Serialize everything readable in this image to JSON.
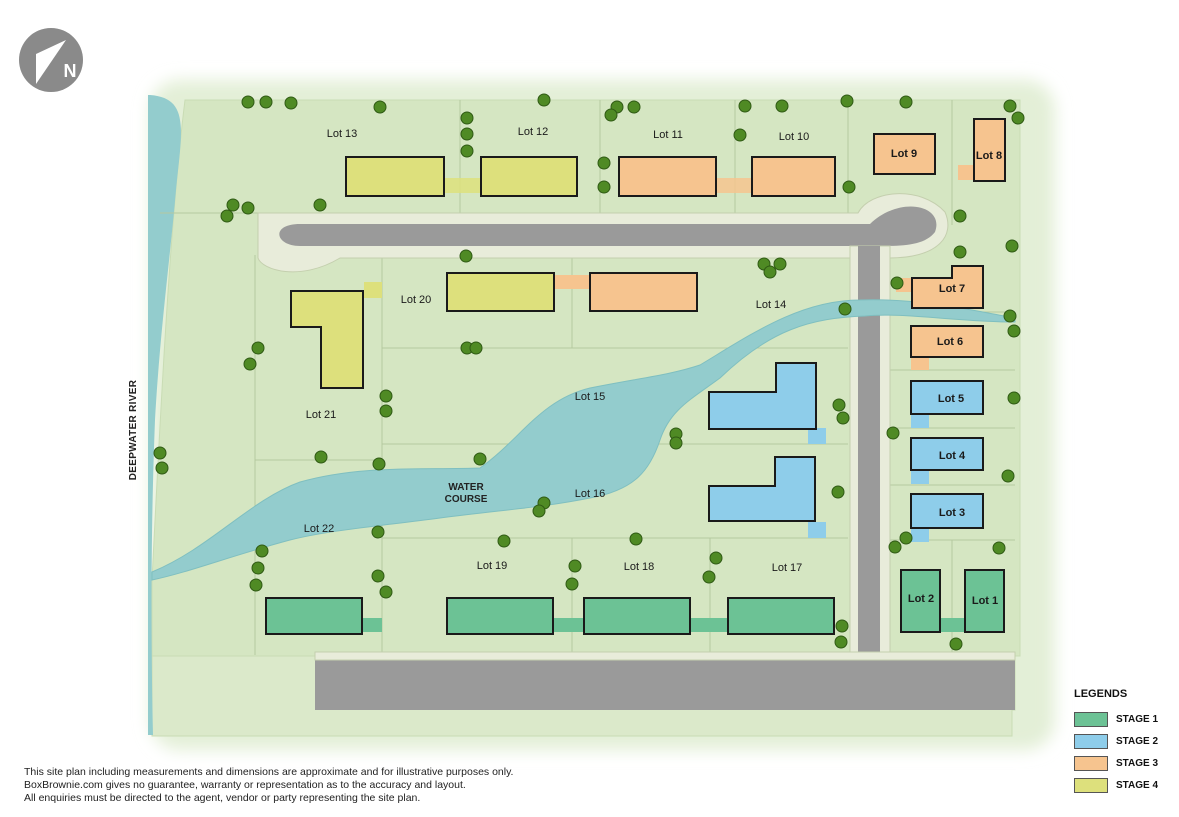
{
  "compass": {
    "letter": "N"
  },
  "map": {
    "river_label": "DEEPWATER RIVER",
    "water_course_lines": [
      "WATER",
      "COURSE"
    ],
    "lots": [
      {
        "id": "lot-13",
        "label": "Lot 13"
      },
      {
        "id": "lot-12",
        "label": "Lot 12"
      },
      {
        "id": "lot-11",
        "label": "Lot 11"
      },
      {
        "id": "lot-10",
        "label": "Lot 10"
      },
      {
        "id": "lot-20",
        "label": "Lot 20"
      },
      {
        "id": "lot-14",
        "label": "Lot 14"
      },
      {
        "id": "lot-21",
        "label": "Lot 21"
      },
      {
        "id": "lot-15",
        "label": "Lot 15"
      },
      {
        "id": "lot-16",
        "label": "Lot 16"
      },
      {
        "id": "lot-22",
        "label": "Lot 22"
      },
      {
        "id": "lot-19",
        "label": "Lot 19"
      },
      {
        "id": "lot-18",
        "label": "Lot 18"
      },
      {
        "id": "lot-17",
        "label": "Lot 17"
      }
    ],
    "buildings": [
      {
        "id": "bld-13",
        "stage": 4
      },
      {
        "id": "bld-12",
        "stage": 4
      },
      {
        "id": "bld-11",
        "stage": 3
      },
      {
        "id": "bld-10",
        "stage": 3
      },
      {
        "id": "bld-9",
        "stage": 3,
        "label": "Lot 9"
      },
      {
        "id": "bld-8",
        "stage": 3,
        "label": "Lot 8"
      },
      {
        "id": "bld-20",
        "stage": 4
      },
      {
        "id": "bld-14",
        "stage": 3
      },
      {
        "id": "bld-21",
        "stage": 4
      },
      {
        "id": "bld-7",
        "stage": 3,
        "label": "Lot 7"
      },
      {
        "id": "bld-6",
        "stage": 3,
        "label": "Lot 6"
      },
      {
        "id": "bld-5",
        "stage": 2,
        "label": "Lot 5"
      },
      {
        "id": "bld-4",
        "stage": 2,
        "label": "Lot 4"
      },
      {
        "id": "bld-3",
        "stage": 2,
        "label": "Lot 3"
      },
      {
        "id": "bld-15",
        "stage": 2
      },
      {
        "id": "bld-16",
        "stage": 2
      },
      {
        "id": "bld-22",
        "stage": 1
      },
      {
        "id": "bld-19",
        "stage": 1
      },
      {
        "id": "bld-18",
        "stage": 1
      },
      {
        "id": "bld-17",
        "stage": 1
      },
      {
        "id": "bld-2",
        "stage": 1,
        "label": "Lot 2"
      },
      {
        "id": "bld-1",
        "stage": 1,
        "label": "Lot 1"
      }
    ]
  },
  "colors": {
    "stage1": "#6cc295",
    "stage2": "#8ecdea",
    "stage3": "#f6c48f",
    "stage4": "#dde07c",
    "grass": "#d5e6c2",
    "road": "#9a9a9a",
    "water": "#93cccd",
    "tree": "#4f8a24"
  },
  "legend": {
    "title": "LEGENDS",
    "items": [
      {
        "label": "STAGE 1",
        "color": "#6cc295"
      },
      {
        "label": "STAGE 2",
        "color": "#8ecdea"
      },
      {
        "label": "STAGE 3",
        "color": "#f6c48f"
      },
      {
        "label": "STAGE 4",
        "color": "#dde07c"
      }
    ]
  },
  "disclaimer": {
    "line1": "This site plan including measurements and dimensions are approximate and for illustrative purposes only.",
    "line2": "BoxBrownie.com gives no guarantee, warranty or representation as to the accuracy and layout.",
    "line3": "All enquiries must be directed to the agent, vendor or party representing the site plan."
  }
}
